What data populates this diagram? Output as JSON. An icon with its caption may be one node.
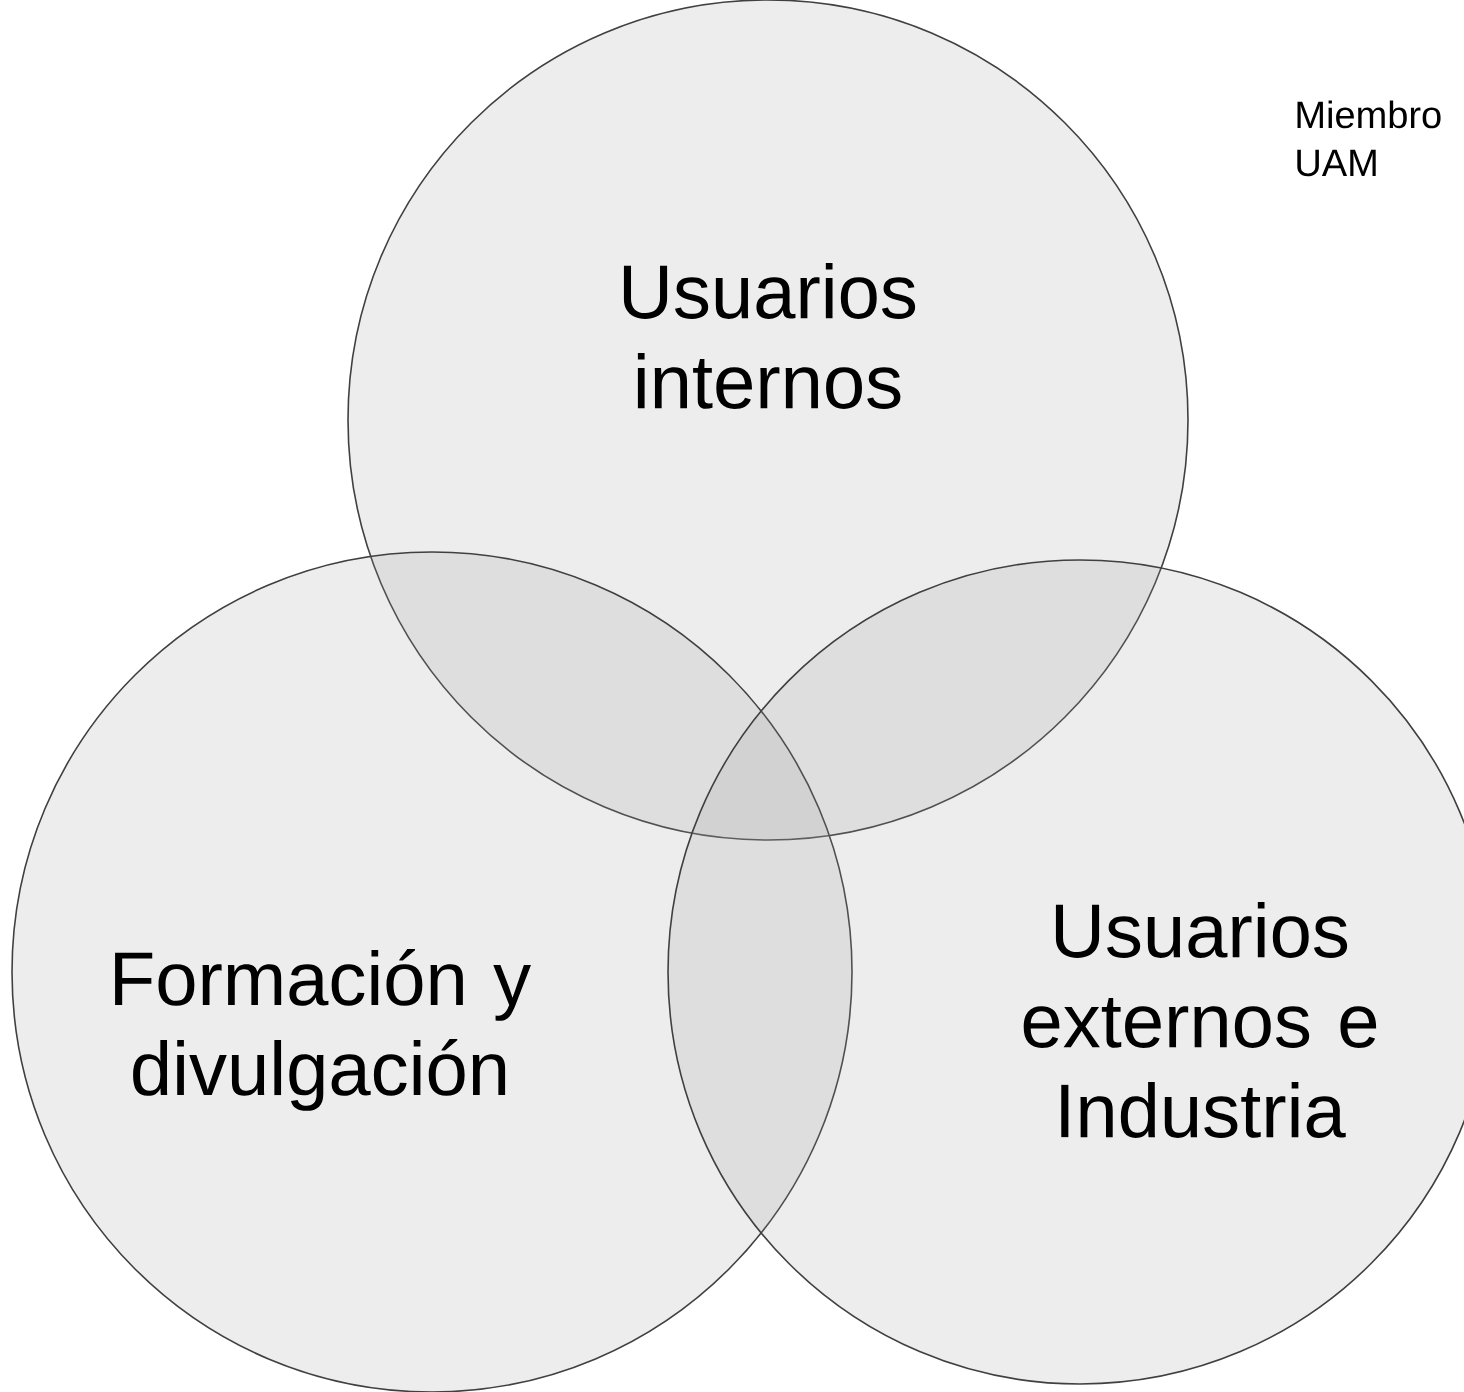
{
  "diagram": {
    "nodes": [
      {
        "text": [
          "Usuarios internos"
        ]
      },
      {
        "text": [
          "Formación y divulgación"
        ]
      },
      {
        "text": [
          "Usuarios externos e Industria"
        ]
      }
    ],
    "labels": [
      "Miembro UAM"
    ]
  }
}
